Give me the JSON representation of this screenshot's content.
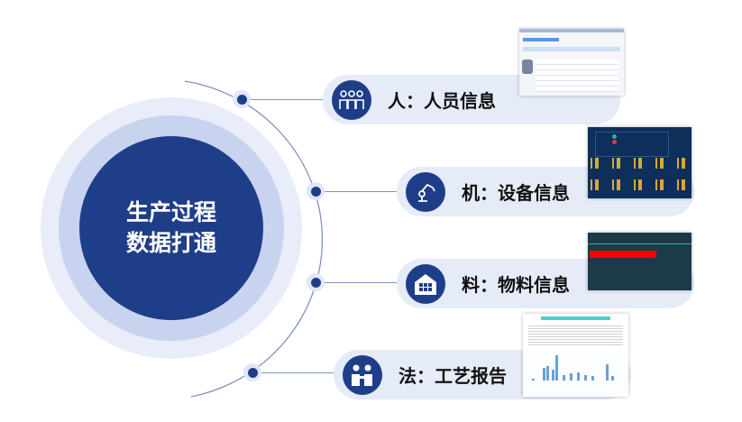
{
  "center": {
    "line1": "生产过程",
    "line2": "数据打通"
  },
  "items": [
    {
      "label": "人：人员信息",
      "icon": "people-group-icon"
    },
    {
      "label": "机：设备信息",
      "icon": "robot-arm-icon"
    },
    {
      "label": "料：物料信息",
      "icon": "warehouse-icon"
    },
    {
      "label": "法：工艺报告",
      "icon": "team-meeting-icon"
    }
  ],
  "colors": {
    "primary": "#1f3e8a",
    "pill": "#e6ebf8",
    "red": "#ff0000"
  }
}
